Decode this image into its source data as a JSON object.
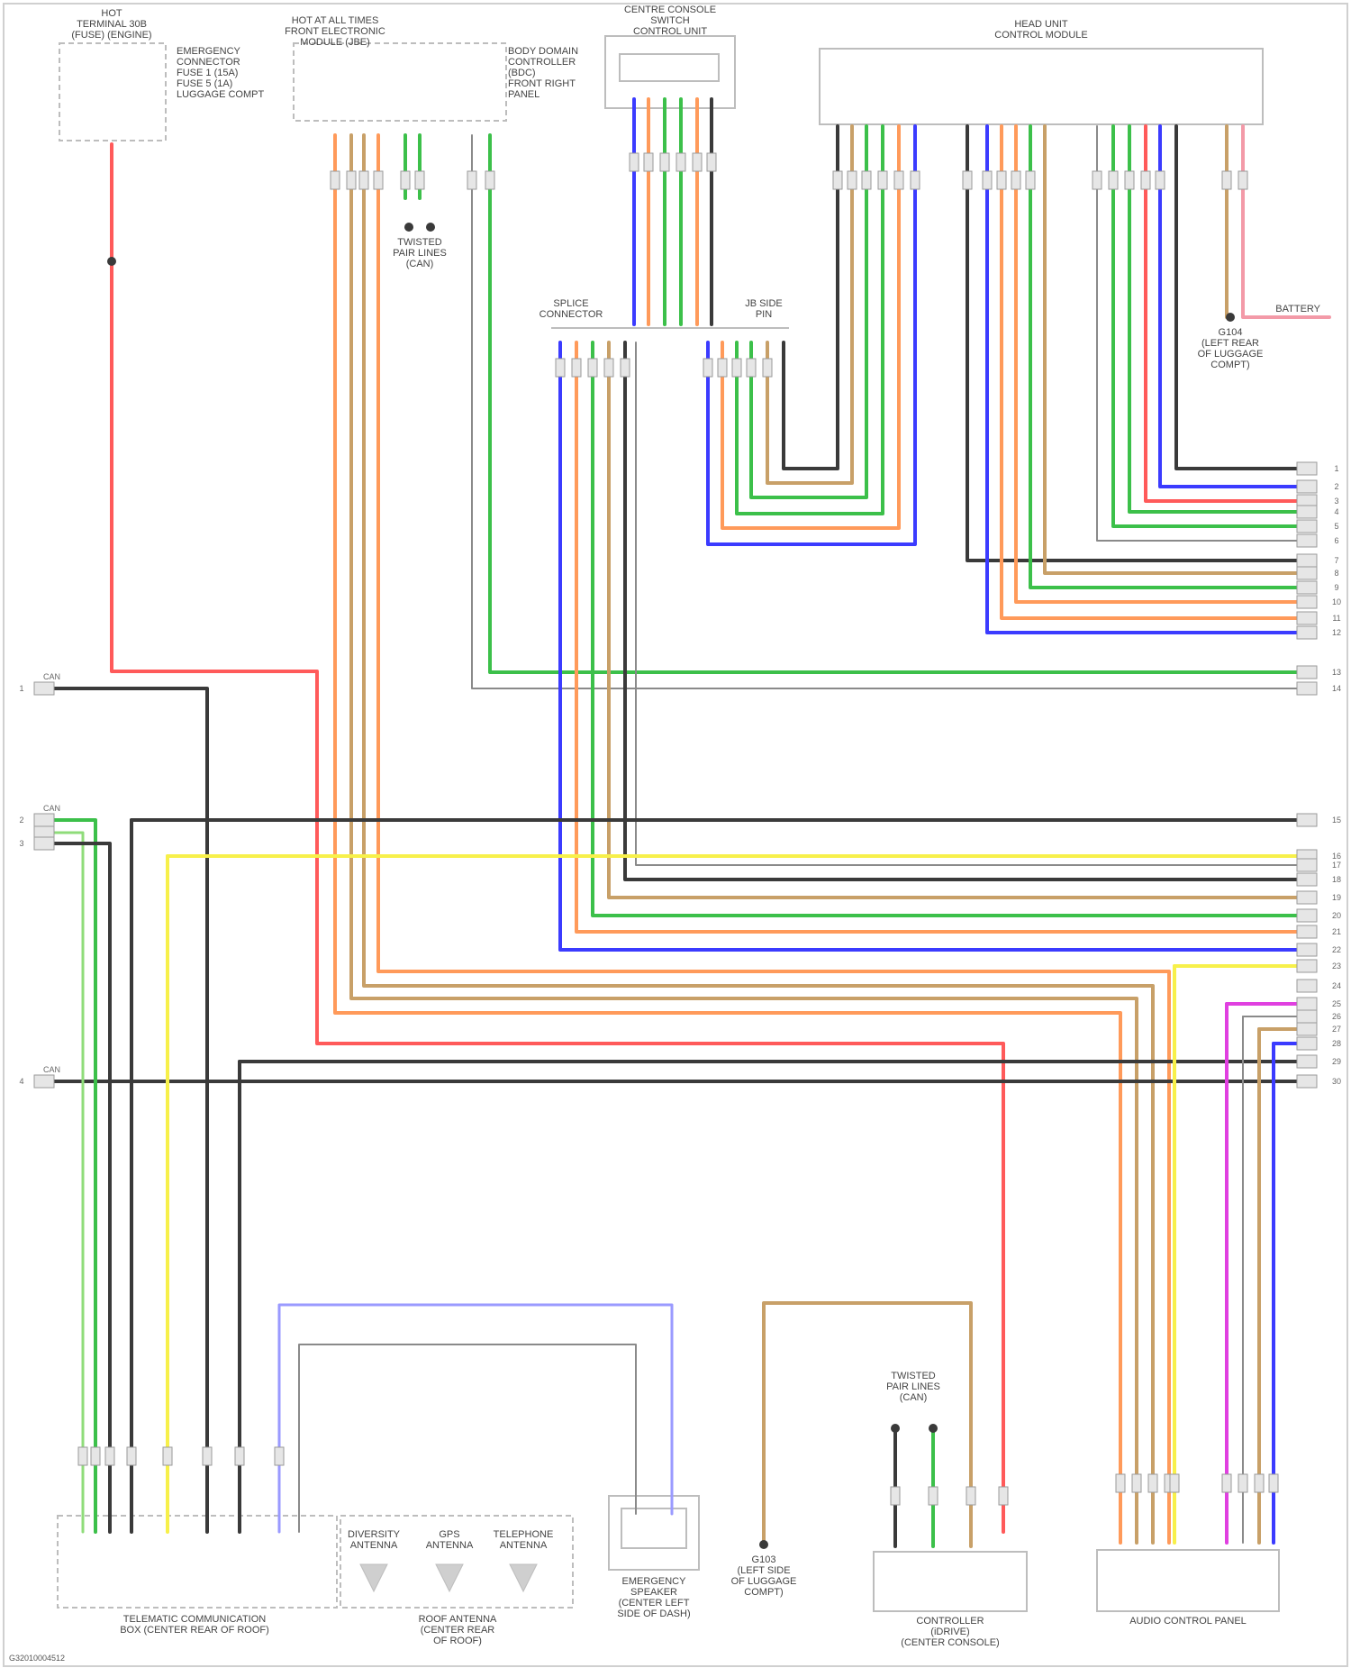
{
  "footer": {
    "code": "G32010004512"
  },
  "colors": {
    "black": "#3a3a3a",
    "gray": "#8a8a8a",
    "red": "#ff5a5a",
    "orange": "#ff9a5a",
    "tan": "#c8a068",
    "green": "#3cc04a",
    "lightgreen": "#8fdc7a",
    "blue": "#3b3bff",
    "violet": "#9a9aff",
    "yellow": "#f7f04a",
    "pink": "#f39aa8",
    "magenta": "#e040e0",
    "frame": "#c8c8c8"
  },
  "components": [
    {
      "id": "fuse",
      "lines": [
        "HOT",
        "TERMINAL 30B",
        "(FUSE) (ENGINE)"
      ]
    },
    {
      "id": "fuse-detail",
      "lines": [
        "EMERGENCY",
        "CONNECTOR",
        "FUSE 1 (15A)",
        "",
        "FUSE 5 (1A)",
        "LUGGAGE COMPT"
      ]
    },
    {
      "id": "junction",
      "lines": [
        "HOT AT ALL TIMES",
        "FRONT ELECTRONIC",
        "MODULE (JBE)"
      ]
    },
    {
      "id": "junction-detail",
      "lines": [
        "BODY DOMAIN",
        "CONTROLLER",
        "(BDC)",
        "FRONT RIGHT",
        "PANEL"
      ]
    },
    {
      "id": "connector-top",
      "lines": [
        "CENTRE CONSOLE",
        "SWITCH",
        "CONTROL UNIT"
      ]
    },
    {
      "id": "audio",
      "lines": [
        "HEAD UNIT",
        "CONTROL MODULE"
      ]
    },
    {
      "id": "splice-left",
      "lines": [
        "SPLICE",
        "CONNECTOR"
      ]
    },
    {
      "id": "splice-right",
      "lines": [
        "JB SIDE",
        "PIN"
      ]
    },
    {
      "id": "ground-top",
      "lines": [
        "G104",
        "(LEFT REAR",
        "OF LUGGAGE",
        "COMPT)"
      ]
    },
    {
      "id": "ground-bottom",
      "lines": [
        "G103",
        "(LEFT SIDE",
        "OF LUGGAGE",
        "COMPT)"
      ]
    },
    {
      "id": "twisted-top",
      "lines": [
        "TWISTED",
        "PAIR LINES",
        "(CAN)"
      ]
    },
    {
      "id": "twisted-bottom",
      "lines": [
        "TWISTED",
        "PAIR LINES",
        "(CAN)"
      ]
    },
    {
      "id": "module-left",
      "lines": [
        "TELEMATIC COMMUNICATION",
        "BOX (CENTER REAR OF ROOF)"
      ]
    },
    {
      "id": "module-antennas",
      "lines": [
        "ROOF ANTENNA",
        "(CENTER REAR",
        "OF ROOF)"
      ]
    },
    {
      "id": "antenna-a",
      "lines": [
        "DIVERSITY",
        "ANTENNA"
      ]
    },
    {
      "id": "antenna-b",
      "lines": [
        "GPS",
        "ANTENNA"
      ]
    },
    {
      "id": "antenna-c",
      "lines": [
        "TELEPHONE",
        "ANTENNA"
      ]
    },
    {
      "id": "module-emergency",
      "lines": [
        "EMERGENCY",
        "SPEAKER",
        "(CENTER LEFT",
        "SIDE OF DASH)"
      ]
    },
    {
      "id": "module-controller",
      "lines": [
        "CONTROLLER",
        "(iDRIVE)",
        "(CENTER CONSOLE)"
      ]
    },
    {
      "id": "module-audio",
      "lines": [
        "AUDIO CONTROL PANEL"
      ]
    },
    {
      "id": "hot-right",
      "lines": [
        "BATTERY"
      ]
    }
  ],
  "pin_labels": [
    "1",
    "2",
    "3",
    "4",
    "5",
    "6",
    "7",
    "8",
    "9",
    "10",
    "11",
    "12",
    "13",
    "14",
    "15",
    "16",
    "17",
    "18",
    "19",
    "20",
    "21",
    "22",
    "23",
    "24",
    "25",
    "26",
    "27",
    "28",
    "29",
    "30"
  ],
  "left_labels": [
    {
      "n": "1",
      "text": "CAN"
    },
    {
      "n": "2",
      "text": "CAN"
    },
    {
      "n": "3",
      "text": ""
    },
    {
      "n": "4",
      "text": "CAN"
    }
  ]
}
